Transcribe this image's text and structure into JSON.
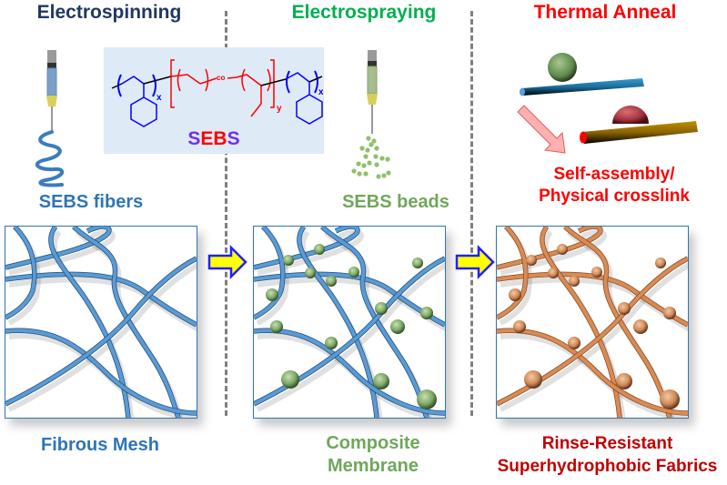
{
  "figure": {
    "sections": [
      {
        "title": "Electrospinning",
        "caption": "SEBS fibers",
        "panel_caption": "Fibrous Mesh"
      },
      {
        "title": "Electrospraying",
        "caption": "SEBS beads",
        "panel_caption_lines": [
          "Composite",
          "Membrane"
        ]
      },
      {
        "title": "Thermal Anneal",
        "caption_lines": [
          "Self-assembly/",
          "Physical crosslink"
        ],
        "panel_caption_lines": [
          "Rinse-Resistant",
          "Superhydrophobic Fabrics"
        ]
      }
    ],
    "polymer": {
      "name_parts": [
        "S",
        "EB",
        "S"
      ],
      "subscript_x": "x",
      "subscript_y": "y",
      "co_label": "co"
    },
    "colors": {
      "electrospinning_title": "#1f3864",
      "electrospraying_title": "#00b050",
      "anneal_title": "#ff0000",
      "fiber_blue": "#5b9bd5",
      "bead_green": "#8fb877",
      "fabric_copper": "#d98b55",
      "arrow_yellow": "#ffff00",
      "arrow_border": "#2020ff",
      "styrene_blue": "#0000ff",
      "ethylene_butylene_red": "#ff0000"
    }
  }
}
